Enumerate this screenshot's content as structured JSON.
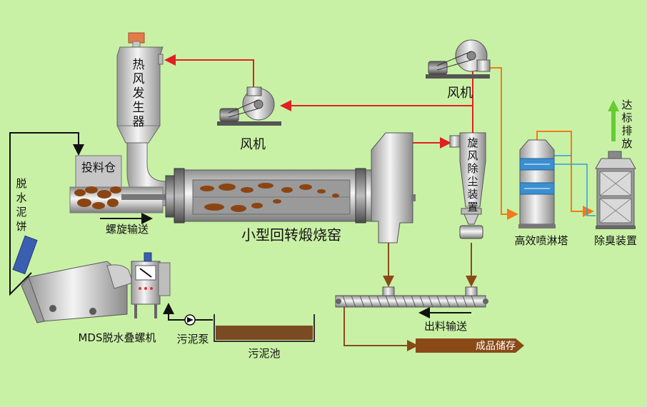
{
  "labels": {
    "hot_air_generator": [
      "热",
      "风",
      "发",
      "生",
      "器"
    ],
    "fan_left": "风机",
    "fan_right": "风机",
    "feed_bin": "投料仓",
    "dewatered_cake": [
      "脱",
      "水",
      "泥",
      "饼"
    ],
    "screw_conveyor": "螺旋输送",
    "kiln": "小型回转煅烧窑",
    "cyclone": [
      "旋",
      "风",
      "除",
      "尘",
      "装",
      "置"
    ],
    "scrubber": "高效喷淋塔",
    "deodorizer": "除臭装置",
    "discharge": [
      "达",
      "标",
      "排",
      "放"
    ],
    "mds": "MDS脱水叠螺机",
    "pump": "污泥泵",
    "tank": "污泥池",
    "output_conveyor": "出料输送",
    "product_storage": "成品储存"
  },
  "colors": {
    "background": "#c9f1a6",
    "hot_air_line": "#e02020",
    "gas_line": "#f07b1a",
    "material_line": "#8a4a17",
    "water_line": "#2e9fd8",
    "discharge_arrow": "#66cc33",
    "sludge": "#8b4513"
  }
}
